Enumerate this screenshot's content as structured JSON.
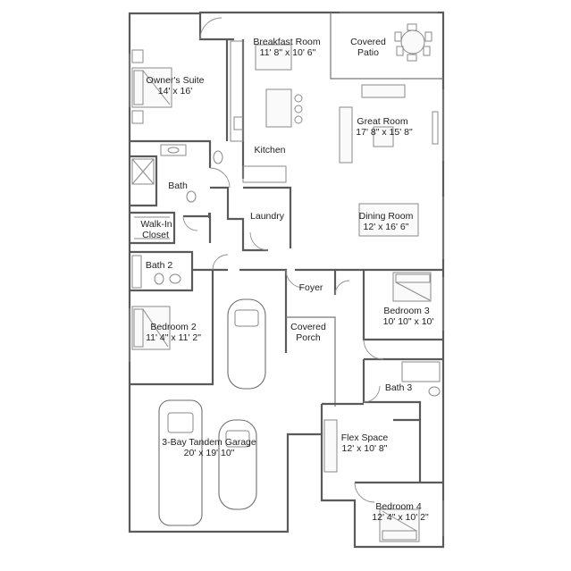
{
  "rooms": [
    {
      "key": "breakfast",
      "name": "Breakfast Room",
      "dims": "11' 8\" x 10' 6\""
    },
    {
      "key": "patio",
      "name": "Covered",
      "name2": "Patio"
    },
    {
      "key": "owners",
      "name": "Owner's Suite",
      "dims": "14' x 16'"
    },
    {
      "key": "great",
      "name": "Great Room",
      "dims": "17' 8\" x 15' 8\""
    },
    {
      "key": "kitchen",
      "name": "Kitchen"
    },
    {
      "key": "bath",
      "name": "Bath"
    },
    {
      "key": "laundry",
      "name": "Laundry"
    },
    {
      "key": "closet",
      "name": "Walk-In",
      "name2": "Closet"
    },
    {
      "key": "dining",
      "name": "Dining Room",
      "dims": "12' x 16' 6\""
    },
    {
      "key": "bath2",
      "name": "Bath 2"
    },
    {
      "key": "foyer",
      "name": "Foyer"
    },
    {
      "key": "bedroom3",
      "name": "Bedroom 3",
      "dims": "10' 10\" x 10'"
    },
    {
      "key": "bedroom2",
      "name": "Bedroom 2",
      "dims": "11' 4\" x 11' 2\""
    },
    {
      "key": "porch",
      "name": "Covered",
      "name2": "Porch"
    },
    {
      "key": "bath3",
      "name": "Bath 3"
    },
    {
      "key": "garage",
      "name": "3-Bay Tandem Garage",
      "dims": "20' x 19' 10\""
    },
    {
      "key": "flex",
      "name": "Flex Space",
      "dims": "12' x 10' 8\""
    },
    {
      "key": "bedroom4",
      "name": "Bedroom 4",
      "dims": "12' 4\" x 10' 2\""
    }
  ]
}
